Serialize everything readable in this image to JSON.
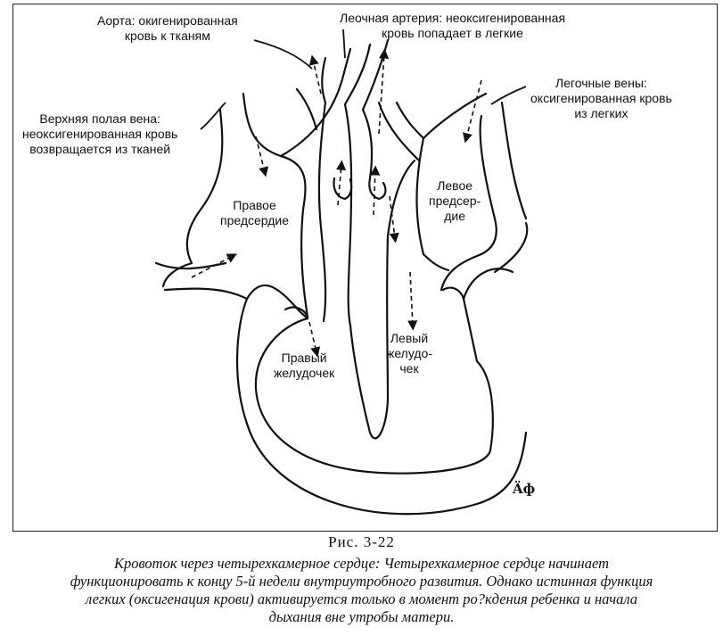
{
  "labels": {
    "aorta": [
      "Аорта: окигенированная",
      "кровь к тканям"
    ],
    "pulmonary_artery": [
      "Леочная артерия: неоксигенированная",
      "кровь попадает в легкие"
    ],
    "superior_vena_cava": [
      "Верхняя полая вена:",
      "неоксигенированная кровь",
      "возвращается из тканей"
    ],
    "pulmonary_veins": [
      "Легочные вены:",
      "оксигенированная кровь",
      "из легких"
    ],
    "right_atrium": [
      "Правое",
      "предсердие"
    ],
    "left_atrium": [
      "Левое",
      "предсер-",
      "дие"
    ],
    "right_ventricle": [
      "Правый",
      "желудочек"
    ],
    "left_ventricle": [
      "Левый",
      "желудо-",
      "чек"
    ]
  },
  "signature": "Äф",
  "caption": {
    "number": "Рис. 3-22",
    "lines": [
      "Кровоток через четырехкамерное сердце: Четырехкамерное сердце начинает",
      "функционировать к концу 5-й недели внутриутробного развития. Однако истинная функция",
      "легких (оксигенация крови) активируется только в момент ро?кдения ребенка и начала",
      "дыхания вне утробы матери."
    ]
  }
}
